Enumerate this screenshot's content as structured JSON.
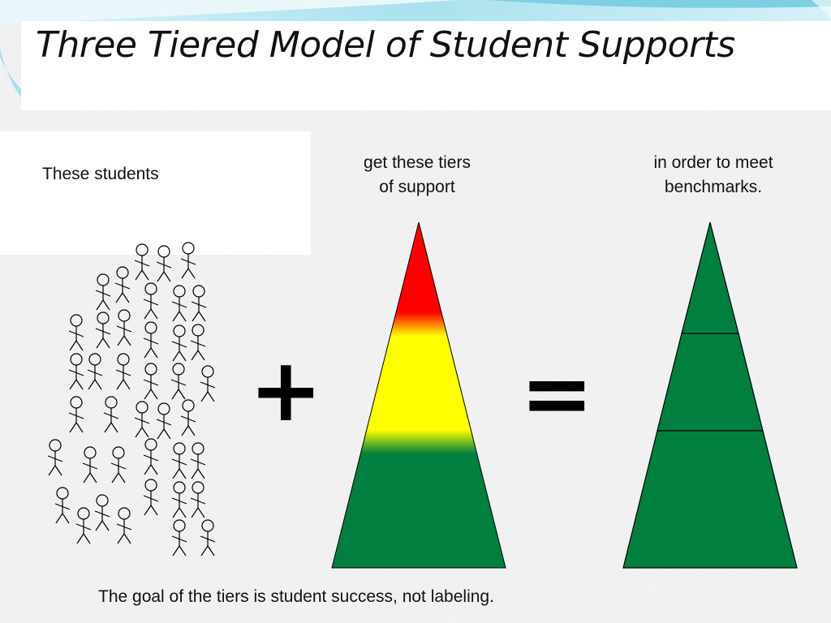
{
  "title": "Three Tiered Model of Student Supports",
  "labels": {
    "students": "These students",
    "tiers_line1": "get these tiers",
    "tiers_line2": "of support",
    "benchmarks_line1": "in order to meet",
    "benchmarks_line2": "benchmarks."
  },
  "operators": {
    "plus": "+",
    "equals": "="
  },
  "footer": "The goal of the tiers is student success, not labeling.",
  "colors": {
    "tier_red": "#ff0000",
    "tier_yellow": "#ffff00",
    "tier_green": "#007f3f",
    "title_text": "#111111",
    "header_band": "#9fdcea"
  },
  "icons": [
    "stick-figure-icon"
  ]
}
